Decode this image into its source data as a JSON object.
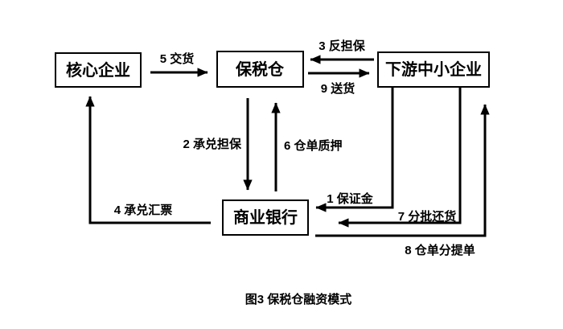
{
  "diagram": {
    "caption": "图3 保税仓融资模式",
    "colors": {
      "background": "#ffffff",
      "line": "#000000",
      "box_border": "#000000",
      "box_fill": "#ffffff",
      "text": "#000000"
    },
    "nodes": {
      "core_enterprise": "核心企业",
      "bonded_warehouse": "保税仓",
      "downstream_sme": "下游中小企业",
      "commercial_bank": "商业银行"
    },
    "edges": {
      "deposit": "1 保证金",
      "acceptance_guarantee": "2 承兑担保",
      "counter_guarantee": "3 反担保",
      "acceptance_bill": "4 承兑汇票",
      "delivery": "5 交货",
      "warehouse_receipt_pledge": "6 仓单质押",
      "batch_return_goods": "7 分批还货",
      "warehouse_receipt_split_bill": "8 仓单分提单",
      "send_goods": "9 送货"
    }
  }
}
